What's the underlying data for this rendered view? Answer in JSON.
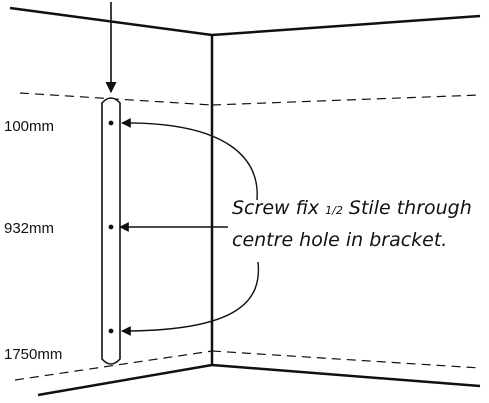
{
  "labels": {
    "top": "100mm",
    "middle": "932mm",
    "bottom": "1750mm"
  },
  "note": {
    "line1_before": "Screw fix ",
    "fraction": "1/2",
    "line1_after": " Stile through",
    "line2": "centre hole in bracket."
  },
  "colors": {
    "ink": "#111111",
    "background": "#ffffff"
  }
}
